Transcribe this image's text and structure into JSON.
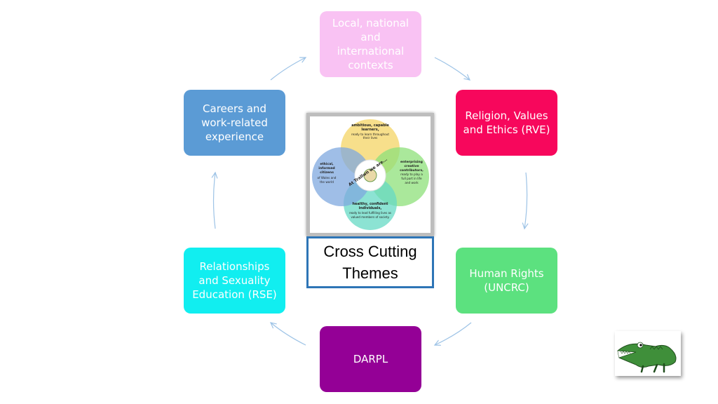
{
  "boxes": {
    "local": {
      "line1": "Local, national",
      "line2": "and international",
      "line3": "contexts",
      "color": "#f9c2f3"
    },
    "rve": {
      "line1": "Religion, Values",
      "line2": "and Ethics (RVE)",
      "color": "#f7075c"
    },
    "human_rights": {
      "line1": "Human Rights",
      "line2": "(UNCRC)",
      "color": "#5ce17f"
    },
    "darpl": {
      "line1": "DARPL",
      "color": "#940096"
    },
    "rse": {
      "line1": "Relationships",
      "line2": "and Sexuality",
      "line3": "Education (RSE)",
      "color": "#11eef0"
    },
    "careers": {
      "line1": "Careers and",
      "line2": "work-related",
      "line3": "experience",
      "color": "#5b9bd5"
    }
  },
  "center": {
    "line1": "Cross Cutting",
    "line2": "Themes"
  },
  "venn": {
    "top": {
      "title1": "ambitious, capable",
      "title2": "learners,",
      "desc1": "ready to learn throughout",
      "desc2": "their lives"
    },
    "right": {
      "title1": "enterprising",
      "title2": "creative",
      "title3": "contributors,",
      "desc1": "ready to play a",
      "desc2": "full part in life",
      "desc3": "and work"
    },
    "bottom": {
      "title1": "healthy, confident",
      "title2": "individuals,",
      "desc1": "ready to lead fulfilling lives as",
      "desc2": "valued members of society."
    },
    "left": {
      "title1": "ethical,",
      "title2": "informed",
      "title3": "citizens",
      "desc1": "of Wales and",
      "desc2": "the world"
    },
    "badge_text": "At Trallwn we are..."
  }
}
